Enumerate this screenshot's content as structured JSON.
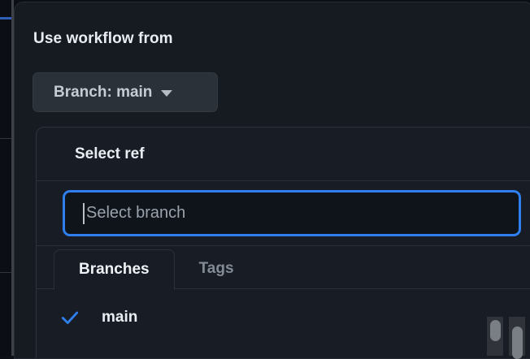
{
  "dialog": {
    "title": "Use workflow from",
    "branch_button": {
      "label": "Branch: main",
      "caret_icon": "chevron-down-icon"
    }
  },
  "ref_picker": {
    "header": "Select ref",
    "search": {
      "placeholder": "Select branch",
      "value": "",
      "focused": true
    },
    "tabs": [
      {
        "label": "Branches",
        "active": true
      },
      {
        "label": "Tags",
        "active": false
      }
    ],
    "items": [
      {
        "name": "main",
        "selected": true,
        "check_icon": "check-icon"
      }
    ]
  },
  "colors": {
    "accent_blue": "#2f7fee",
    "dialog_bg": "#161b22",
    "panel_bg": "#171c25",
    "button_bg": "#2b3138",
    "text_primary": "#e9edf2",
    "text_muted": "#9aa2ac",
    "border": "#2b313a"
  }
}
